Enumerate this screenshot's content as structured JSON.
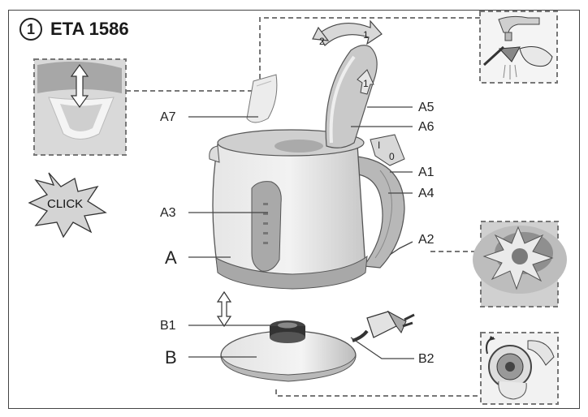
{
  "header": {
    "step": "1",
    "title": "ETA 1586"
  },
  "click_badge": {
    "text": "CLICK"
  },
  "lid_arrow": {
    "left_num": "2",
    "right_num": "1"
  },
  "lid_button": {
    "num": "1"
  },
  "switch": {
    "on": "I",
    "off": "0"
  },
  "labels": {
    "a7": "A7",
    "a5": "A5",
    "a6": "A6",
    "a1": "A1",
    "a4": "A4",
    "a3": "A3",
    "a2": "A2",
    "a": "A",
    "b1": "B1",
    "b": "B",
    "b2": "B2"
  },
  "colors": {
    "kettle_body": "#dcdcdc",
    "kettle_accent": "#a9a9a9",
    "line": "#444444",
    "dashed": "#777777"
  }
}
